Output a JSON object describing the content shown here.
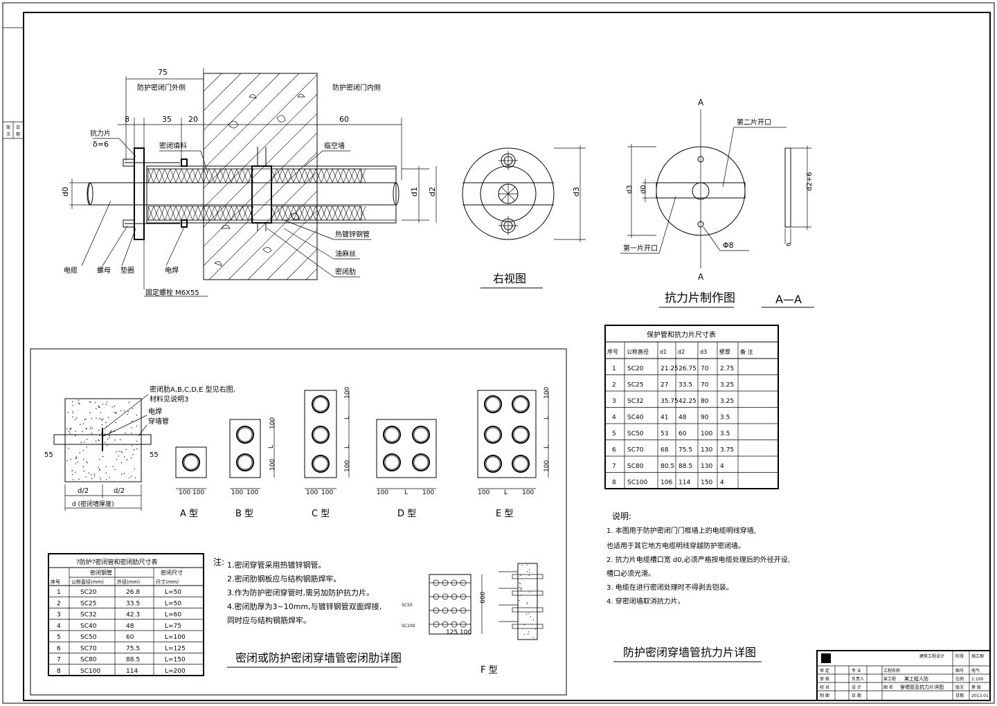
{
  "sidebar": {
    "stamp_a": "版",
    "stamp_b": "次",
    "stamp_c": "日",
    "stamp_d": "期"
  },
  "top_detail": {
    "dim_75": "75",
    "outside_label": "防护密闭门外侧",
    "inside_label": "防护密闭门内侧",
    "dim_8": "8",
    "dim_35": "35",
    "dim_20": "20",
    "dim_60": "60",
    "plate_label": "抗力片",
    "plate_thickness": "δ=6",
    "seal_fill": "密闭填料",
    "wall_label": "临空墙",
    "pipe_label": "热镀锌钢管",
    "hemp_label": "油麻丝",
    "rib_label": "密闭肋",
    "cable": "电缆",
    "nut": "螺母",
    "washer": "垫圈",
    "weld": "电焊",
    "bolt": "固定螺栓 M6X55",
    "d0": "d0",
    "d1": "d1",
    "d2": "d2"
  },
  "right_view": {
    "d3": "d3",
    "title": "右视图"
  },
  "plate_detail": {
    "a_top": "A",
    "a_bottom": "A",
    "second_cut": "第二片开口",
    "first_cut": "第一片开口",
    "d3": "d3",
    "d0": "d0",
    "phi8": "Φ8",
    "d2_6": "d2+6",
    "dim_6": "6",
    "title": "抗力片制作图",
    "section_title": "A—A"
  },
  "size_table": {
    "title": "保护管和抗力片尺寸表",
    "headers": [
      "序号",
      "公称直径",
      "d1",
      "d2",
      "d3",
      "壁厚",
      "备 注"
    ],
    "rows": [
      [
        "1",
        "SC20",
        "21.25",
        "26.75",
        "70",
        "2.75",
        ""
      ],
      [
        "2",
        "SC25",
        "27",
        "33.5",
        "70",
        "3.25",
        ""
      ],
      [
        "3",
        "SC32",
        "35.75",
        "42.25",
        "80",
        "3.25",
        ""
      ],
      [
        "4",
        "SC40",
        "41",
        "48",
        "90",
        "3.5",
        ""
      ],
      [
        "5",
        "SC50",
        "53",
        "60",
        "100",
        "3.5",
        ""
      ],
      [
        "6",
        "SC70",
        "68",
        "75.5",
        "130",
        "3.75",
        ""
      ],
      [
        "7",
        "SC80",
        "80.5",
        "88.5",
        "130",
        "4",
        ""
      ],
      [
        "8",
        "SC100",
        "106",
        "114",
        "150",
        "4",
        ""
      ]
    ]
  },
  "notes_right": {
    "title": "说明:",
    "items": [
      "1. 本图用于防护密闭门门框墙上的电缆明线穿墙,",
      "   也适用于其它地方电缆明线穿越防护密闭墙。",
      "2. 抗力片电缆槽口宽   d0,必须严格按电缆处理后的外径开设,",
      "   槽口必须光滑。",
      "3. 电缆在进行密闭处理时不得剥去铠装。",
      "4. 穿密闭墙取消抗力片。"
    ],
    "drawing_title": "防护密闭穿墙管抗力片详图"
  },
  "rib_detail": {
    "callout1": "密闭肋A,B,C,D,E 型见右图,",
    "callout2": "材料见说明3",
    "weld": "电焊",
    "sleeve": "穿墙管",
    "dim55l": "55",
    "dim55r": "55",
    "half_l": "d/2",
    "half_r": "d/2",
    "thickness": "d (密闭墙厚度)",
    "type_a": "A 型",
    "type_b": "B 型",
    "type_c": "C 型",
    "type_d": "D 型",
    "type_e": "E 型",
    "type_f": "F 型",
    "dim100": "100",
    "dimL": "L",
    "dim600": "600",
    "dim125": "125",
    "dim100b": "100",
    "f_note1": "SC50",
    "f_note2": "SC100"
  },
  "rib_table": {
    "title": "?防护?密闭管和密闭肋尺寸表",
    "headers": [
      "序号",
      "公称直径(mm)",
      "外径(mm)",
      "尺寸(mm)"
    ],
    "group_header_a": "密闭钢管",
    "group_header_b": "密闭尺寸",
    "rows": [
      [
        "1",
        "SC20",
        "26.8",
        "L=50"
      ],
      [
        "2",
        "SC25",
        "33.5",
        "L=50"
      ],
      [
        "3",
        "SC32",
        "42.3",
        "L=60"
      ],
      [
        "4",
        "SC40",
        "48",
        "L=75"
      ],
      [
        "5",
        "SC50",
        "60",
        "L=100"
      ],
      [
        "6",
        "SC70",
        "75.5",
        "L=125"
      ],
      [
        "7",
        "SC80",
        "88.5",
        "L=150"
      ],
      [
        "8",
        "SC100",
        "114",
        "L=200"
      ]
    ]
  },
  "notes_left": {
    "prefix": "注:",
    "items": [
      "1.密闭穿管采用热镀锌钢管。",
      "2.密闭肋钢板应与结构钢筋焊牢。",
      "3.作为防护密闭穿管时,需另加防护抗力片。",
      "4.密闭肋厚为3~10mm,与镀锌钢管双面焊接,",
      "  同时应与结构钢筋焊牢。"
    ],
    "drawing_title": "密闭或防护密闭穿墙管密闭肋详图"
  },
  "title_block": {
    "company": "建筑工程设计",
    "r1": [
      "审 定",
      "专 业",
      "工程名称"
    ],
    "r2": [
      "审 核",
      "负责人",
      "某工程"
    ],
    "r3": [
      "校 对",
      "设 计",
      "图 名"
    ],
    "r4": [
      "制 图",
      "日 期"
    ],
    "drawing_name": "穿墙管及抗力片详图",
    "project": "某工程人防",
    "right_labels": [
      "阶段",
      "图号",
      "比例",
      "版次",
      "日期"
    ],
    "right_values": [
      "施工图",
      "电气",
      "1:100",
      "第 版",
      "2013.01"
    ]
  }
}
